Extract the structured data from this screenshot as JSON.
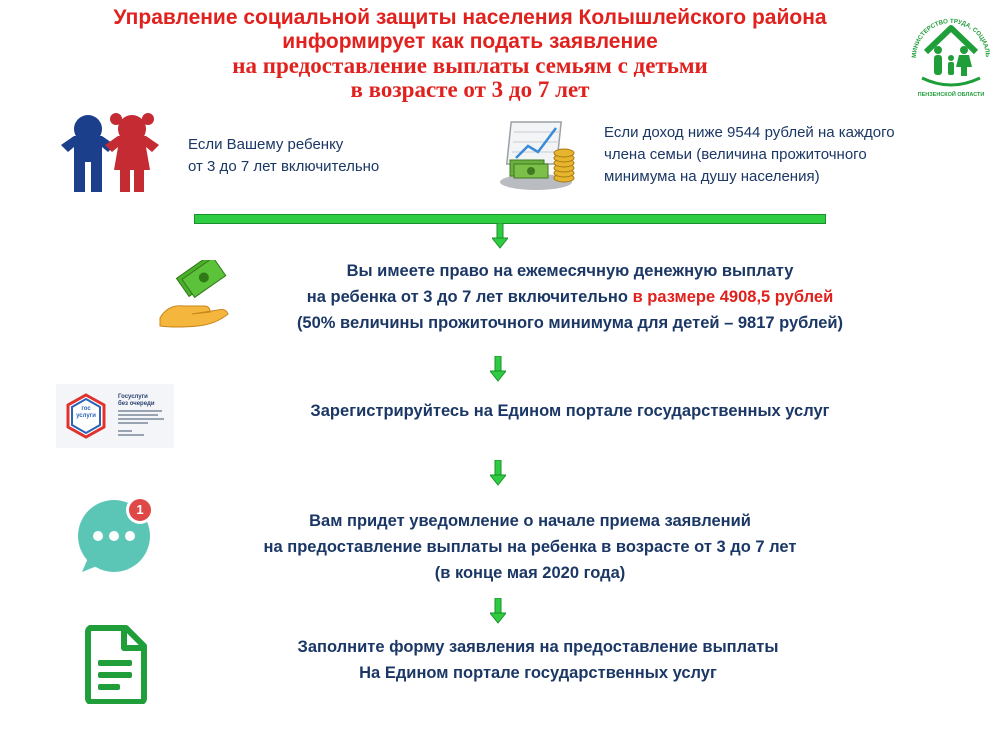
{
  "header": {
    "title_line1": "Управление социальной защиты населения Колышлейского района",
    "title_line2": "информирует как подать заявление",
    "title_line3": "на предоставление выплаты семьям с детьми",
    "title_line4": "в возрасте от 3 до 7 лет"
  },
  "logo": {
    "arc_text": "МИНИСТЕРСТВО ТРУДА, СОЦИАЛЬНОЙ ЗАЩИТЫ И ДЕМОГРАФИИ",
    "region_text": "ПЕНЗЕНСКОЙ ОБЛАСТИ",
    "color": "#1f9e3a"
  },
  "conditions": {
    "child_line1": "Если Вашему ребенку",
    "child_line2": "от 3 до 7 лет включительно",
    "income_line1": "Если доход ниже 9544 рублей на каждого",
    "income_line2": "члена семьи (величина прожиточного",
    "income_line3": "минимума на душу населения)"
  },
  "steps": {
    "right": {
      "line1": "Вы имеете право на ежемесячную денежную выплату",
      "line2_prefix": "на ребенка от 3 до 7 лет включительно ",
      "line2_highlight": "в размере 4908,5 рублей",
      "line3": "(50% величины прожиточного минимума для детей – 9817 рублей)"
    },
    "register": {
      "line1": "Зарегистрируйтесь на Едином портале государственных услуг"
    },
    "notify": {
      "line1": "Вам придет уведомление о начале приема заявлений",
      "line2": "на предоставление выплаты на ребенка в возрасте от 3 до 7 лет",
      "line3": "(в конце мая 2020 года)",
      "badge": "1"
    },
    "fill": {
      "line1": "Заполните форму заявления на предоставление выплаты",
      "line2": "На Едином портале государственных услуг"
    }
  },
  "gosuslugi": {
    "badge_line1": "гос",
    "badge_line2": "услуги",
    "heading_line1": "Госуслуги",
    "heading_line2": "без очереди"
  },
  "colors": {
    "title_red": "#e0211d",
    "navy": "#1b3765",
    "green": "#1f9e3a",
    "bright_green": "#2ecc40",
    "teal": "#5cc6b6"
  }
}
